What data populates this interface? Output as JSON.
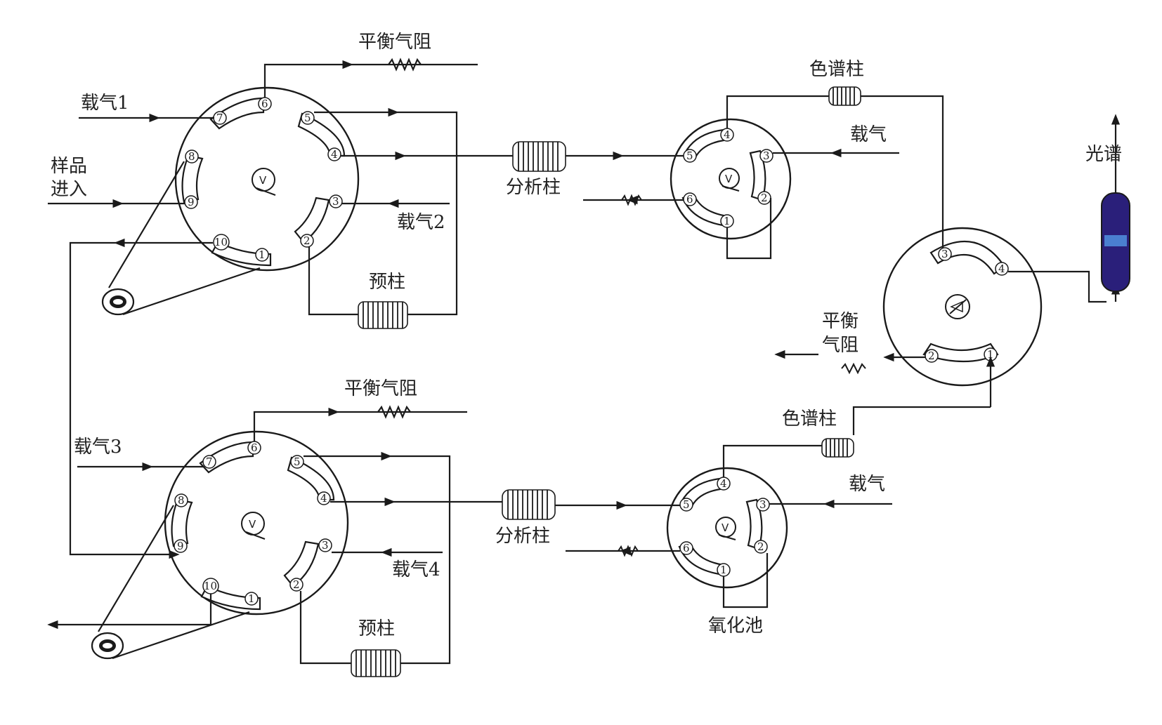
{
  "labels": {
    "restrictor_top": "平衡气阻",
    "restrictor_bottom": "平衡气阻",
    "restrictor_right_line1": "平衡",
    "restrictor_right_line2": "气阻",
    "carrier1": "载气1",
    "carrier2": "载气2",
    "carrier3": "载气3",
    "carrier4": "载气4",
    "sample_line1": "样品",
    "sample_line2": "进入",
    "precolumn_top": "预柱",
    "precolumn_bottom": "预柱",
    "analytical_top": "分析柱",
    "analytical_bottom": "分析柱",
    "gc_column_top": "色谱柱",
    "gc_column_bottom": "色谱柱",
    "carrier_right_top": "载气",
    "carrier_right_bottom": "载气",
    "spectrum": "光谱",
    "oxidation_cell": "氧化池"
  },
  "valves": {
    "ten_port_top": {
      "ports": [
        "1",
        "2",
        "3",
        "4",
        "5",
        "6",
        "7",
        "8",
        "9",
        "10"
      ],
      "center": "V"
    },
    "ten_port_bottom": {
      "ports": [
        "1",
        "2",
        "3",
        "4",
        "5",
        "6",
        "7",
        "8",
        "9",
        "10"
      ],
      "center": "V"
    },
    "six_port_top": {
      "ports": [
        "1",
        "2",
        "3",
        "4",
        "5",
        "6"
      ],
      "center": "V"
    },
    "six_port_bottom": {
      "ports": [
        "1",
        "2",
        "3",
        "4",
        "5",
        "6"
      ],
      "center": "V"
    },
    "four_port": {
      "ports": [
        "1",
        "2",
        "3",
        "4"
      ]
    }
  },
  "colors": {
    "line": "#1a1a1a",
    "detector_fill": "#2a1f7a",
    "detector_band": "#4a7fd0"
  }
}
